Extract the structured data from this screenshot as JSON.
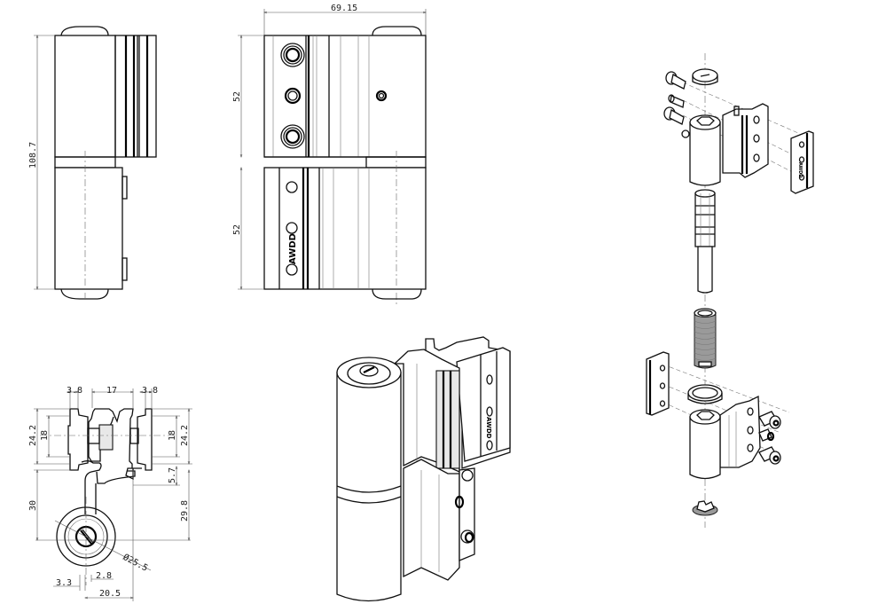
{
  "drawing": {
    "colors": {
      "line": "#111111",
      "dimension": "#555555",
      "background": "#ffffff"
    },
    "side_view": {
      "height_label": "108.7"
    },
    "front_view": {
      "width_label": "69.15",
      "upper_height_label": "52",
      "lower_height_label": "52",
      "brand_mark": "AWDD"
    },
    "top_section_view": {
      "dims": {
        "left_leaf": "3.8",
        "middle_gap": "17",
        "right_leaf": "3.8",
        "outer_height_left": "24.2",
        "inner_height_left": "18",
        "inner_height_right": "18",
        "outer_height_right": "24.2",
        "arm_height": "30",
        "offset_small": "5.7",
        "offset_vertical": "29.8",
        "barrel_diameter": "Ø25.5",
        "pin_offset_left": "3.3",
        "pin_width": "2.8",
        "barrel_to_leaf": "20.5"
      }
    },
    "isometric_view": {
      "brand_mark": "AWDD"
    },
    "exploded_view": {
      "brand_mark": "AWDD"
    }
  }
}
